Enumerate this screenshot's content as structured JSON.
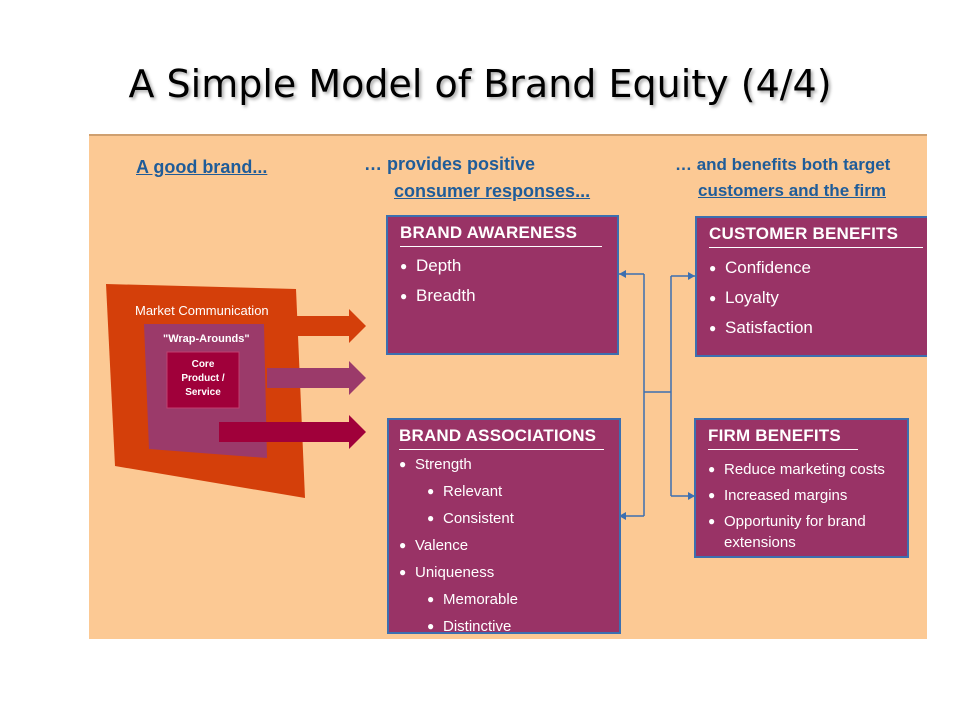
{
  "title": "A Simple Model of Brand Equity (4/4)",
  "headers": {
    "good_brand": "A good brand...",
    "provides_line1": "… provides positive",
    "provides_line2": "consumer responses...",
    "benefits_line1": "… and benefits both target",
    "benefits_line2": "customers and the firm"
  },
  "brand_layers": {
    "market_communication": "Market Communication",
    "wrap_arounds": "\"Wrap-Arounds\"",
    "core_line1": "Core",
    "core_line2": "Product /",
    "core_line3": "Service"
  },
  "brand_awareness": {
    "title": "BRAND AWARENESS",
    "items": [
      "Depth",
      "Breadth"
    ]
  },
  "brand_associations": {
    "title": "BRAND ASSOCIATIONS",
    "items": [
      "Strength",
      "Relevant",
      "Consistent",
      "Valence",
      "Uniqueness",
      "Memorable",
      "Distinctive"
    ]
  },
  "customer_benefits": {
    "title": "CUSTOMER BENEFITS",
    "items": [
      "Confidence",
      "Loyalty",
      "Satisfaction"
    ]
  },
  "firm_benefits": {
    "title": "FIRM BENEFITS",
    "items": [
      "Reduce marketing costs",
      "Increased margins",
      "Opportunity for brand",
      "extensions"
    ]
  },
  "colors": {
    "panel": "#fcc994",
    "box": "#993366",
    "outer_square": "#d43f0a",
    "middle_square": "#9b3a6a",
    "core_square": "#a0003a",
    "header_text": "#1f5c99",
    "connector": "#3c6fb0"
  }
}
